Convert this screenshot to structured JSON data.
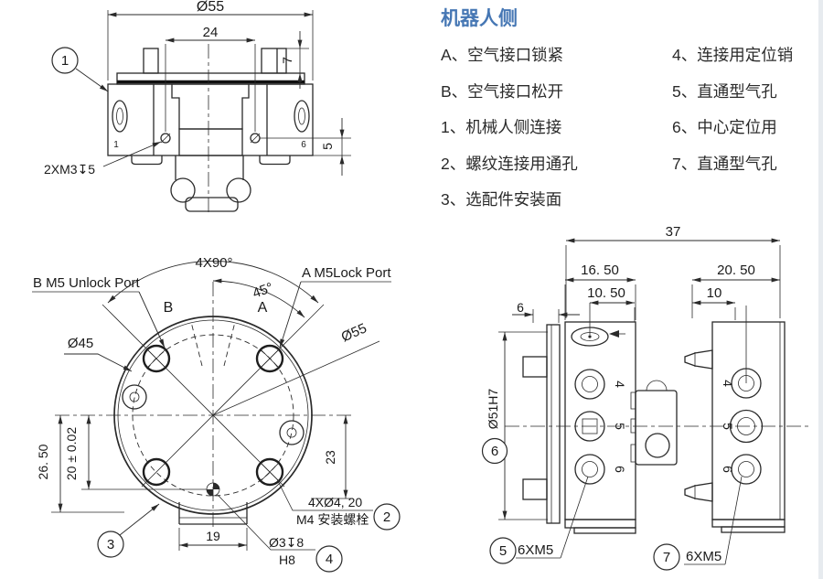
{
  "page": {
    "bg": "#ffffff",
    "accent_blue": "#4677b4",
    "line_color": "#2a2a2a"
  },
  "legend": {
    "title": "机器人侧",
    "left": [
      "A、空气接口锁紧",
      "B、空气接口松开",
      "1、机械人侧连接",
      "2、螺纹连接用通孔",
      "3、选配件安装面"
    ],
    "right": [
      "4、连接用定位销",
      "5、直通型气孔",
      "6、中心定位用",
      "7、直通型气孔"
    ]
  },
  "side_view": {
    "dim_d55": "Ø55",
    "dim_24": "24",
    "dim_7": "7",
    "dim_5": "5",
    "note_2xm3": "2XM3↧5",
    "balloon_1": "1",
    "port_mark_left": "1",
    "port_mark_right": "6"
  },
  "face_view": {
    "dim_4x90": "4X90°",
    "dim_45": "45°",
    "label_b_port": "B  M5 Unlock  Port",
    "label_a_port": "A  M5Lock  Port",
    "label_b": "B",
    "label_a": "A",
    "dim_d45": "Ø45",
    "dim_d55": "Ø55",
    "dim_26_50": "26. 50",
    "dim_20_tol": "20 ± 0.02",
    "dim_23": "23",
    "dim_19": "19",
    "note_4xd4": "4XØ4, 20",
    "note_m4": "M4 安装螺栓",
    "note_d3": "Ø3↧8",
    "note_h8": "H8",
    "balloon_2": "2",
    "balloon_3": "3",
    "balloon_4": "4"
  },
  "profile_views": {
    "dim_37": "37",
    "dim_16_50": "16. 50",
    "dim_10_50": "10. 50",
    "dim_20_50": "20. 50",
    "dim_10": "10",
    "dim_6": "6",
    "dim_d51": "Ø51H7",
    "balloon_6": "6",
    "balloon_5": "5",
    "balloon_7": "7",
    "note_6xm5_left": "6XM5",
    "note_6xm5_right": "6XM5",
    "left_ports": [
      "4",
      "5",
      "6"
    ],
    "right_ports": [
      "4",
      "5",
      "6"
    ]
  }
}
